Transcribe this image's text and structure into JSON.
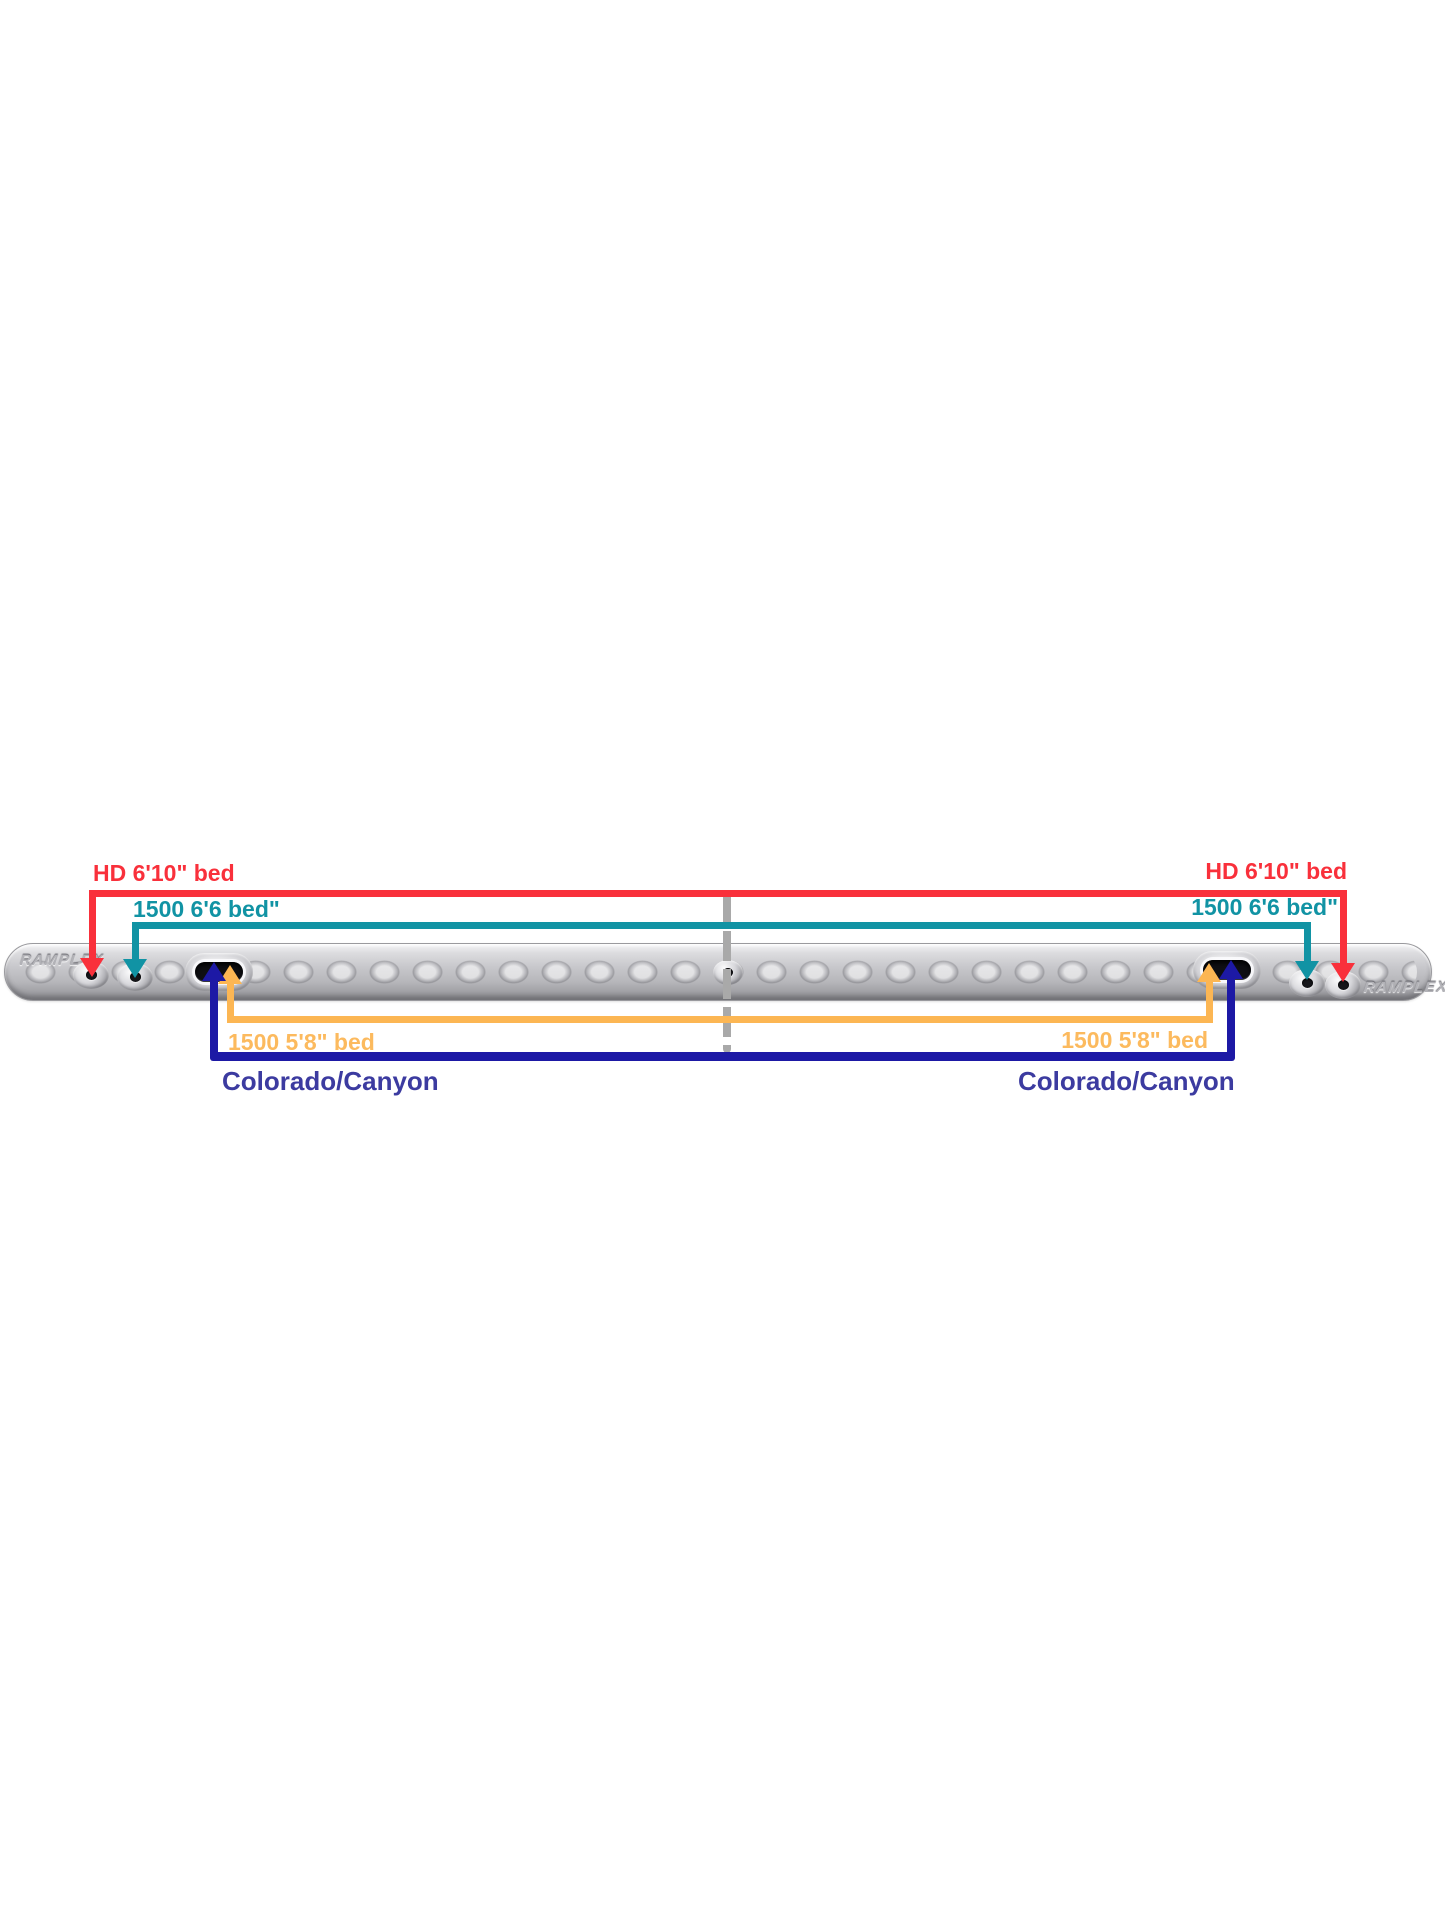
{
  "page": {
    "background": "#ffffff"
  },
  "rail": {
    "brand_text": "RAMPLEX",
    "material_color": "#c7c7cb"
  },
  "annotations": {
    "hd_bed": {
      "text": "HD 6'10\" bed",
      "color": "#f9303b"
    },
    "bed_1500_66": {
      "text": "1500 6'6 bed\"",
      "color": "#1193a4"
    },
    "bed_1500_58": {
      "text": "1500 5'8\" bed",
      "color": "#fcba5e"
    },
    "colorado": {
      "text": "Colorado/Canyon",
      "color": "#3c3ba0"
    }
  },
  "colors": {
    "red_line": "#f9303b",
    "teal_line": "#1193a4",
    "orange_line": "#fcb653",
    "navy_line": "#1d19a5",
    "guide_line": "#a9a9a9"
  }
}
